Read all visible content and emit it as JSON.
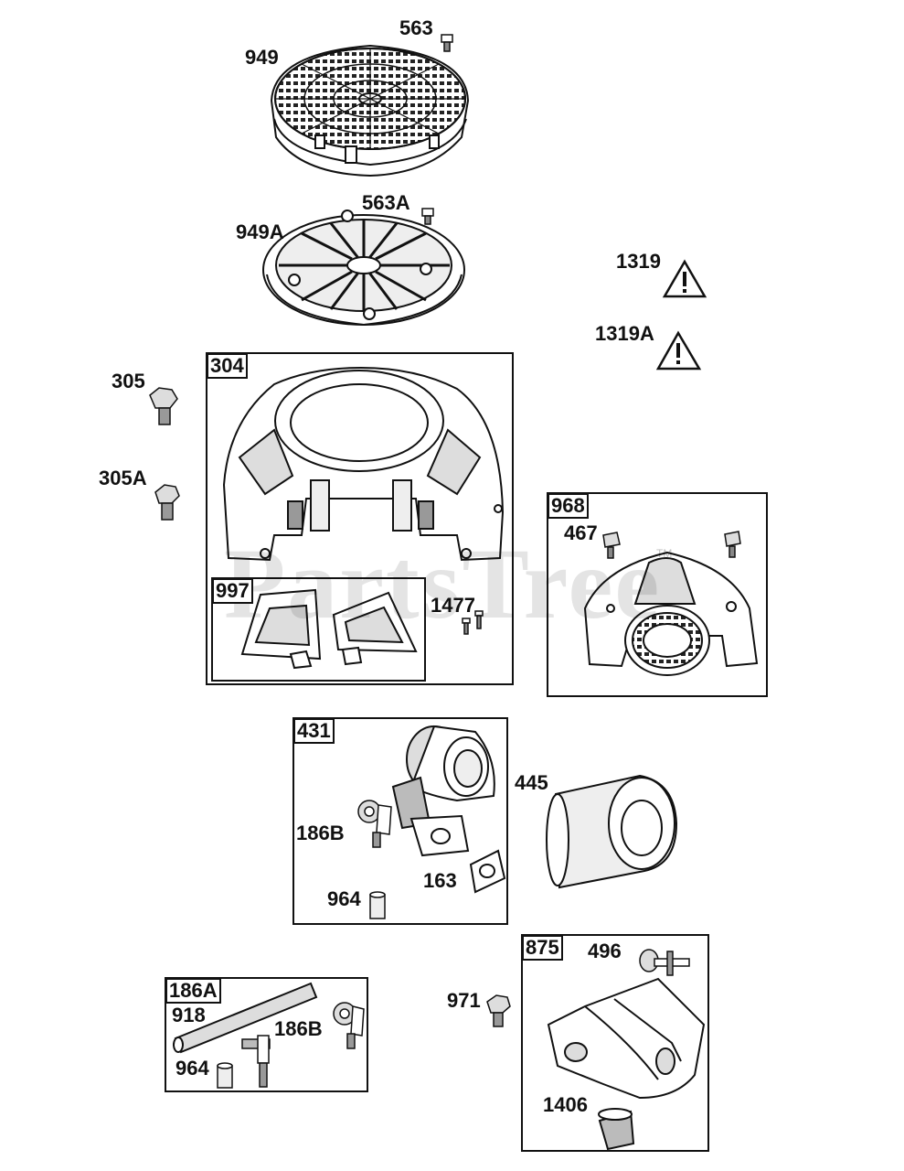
{
  "watermark": {
    "text": "PartsTree",
    "trademark": "TM"
  },
  "colors": {
    "line": "#111111",
    "part_fill": "#ffffff",
    "shade": "#d9d9d9",
    "dark_shade": "#8a8a8a"
  },
  "callouts": {
    "c563": "563",
    "c949": "949",
    "c563A": "563A",
    "c949A": "949A",
    "c1319": "1319",
    "c1319A": "1319A",
    "c305": "305",
    "c305A": "305A",
    "c467": "467",
    "c1477": "1477",
    "c445": "445",
    "c186B_a": "186B",
    "c163": "163",
    "c964_a": "964",
    "c496": "496",
    "c971": "971",
    "c918": "918",
    "c186B_b": "186B",
    "c964_b": "964",
    "c1406": "1406"
  },
  "kits": {
    "k304": "304",
    "k997": "997",
    "k968": "968",
    "k431": "431",
    "k875": "875",
    "k186A": "186A"
  },
  "icons": {
    "warning_1319": "warning-triangle-icon",
    "warning_1319A": "warning-triangle-icon"
  }
}
